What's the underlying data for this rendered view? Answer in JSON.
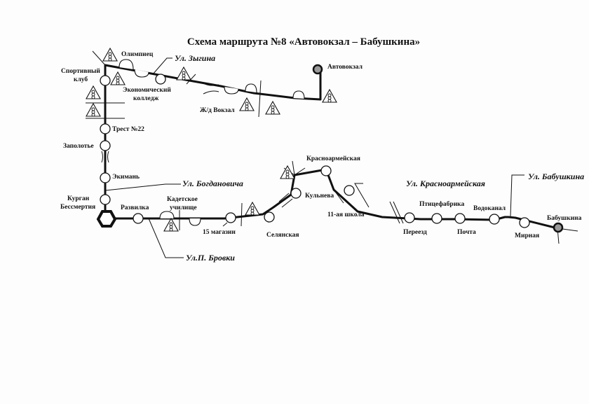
{
  "title": "Схема маршрута №8 «Автовокзал – Бабушкина»",
  "stops": {
    "avtovokzal": "Автовокзал",
    "zhd_vokzal": "Ж/д Вокзал",
    "ekonomicheskiy_1": "Экономический",
    "ekonomicheskiy_2": "колледж",
    "olimpiets": "Олимпиец",
    "sportivny_1": "Спортивный",
    "sportivny_2": "клуб",
    "trest": "Трест №22",
    "zapolotye": "Заполотье",
    "ekiman": "Экимань",
    "kurgan_1": "Курган",
    "kurgan_2": "Бессмертия",
    "razvilka": "Развилка",
    "kadetskoe_1": "Кадетское",
    "kadetskoe_2": "училище",
    "magazin15": "15 магазин",
    "selyanskaya": "Селянская",
    "kulneva": "Кульнева",
    "krasnoarmeyskaya": "Красноармейская",
    "shkola11": "11-ая школа",
    "pereezd": "Переезд",
    "ptitsefabrika": "Птицефабрика",
    "pochta": "Почта",
    "vodokanal": "Водоканал",
    "mirnaya": "Мирная",
    "babushkina": "Бабушкина"
  },
  "streets": {
    "zygina": "Ул. Зыгина",
    "bogdanovicha": "Ул. Богдановича",
    "brovki": "Ул.П. Бровки",
    "krasnoarmeyskaya": "Ул. Красноармейская",
    "babushkina": "Ул. Бабушкина"
  }
}
